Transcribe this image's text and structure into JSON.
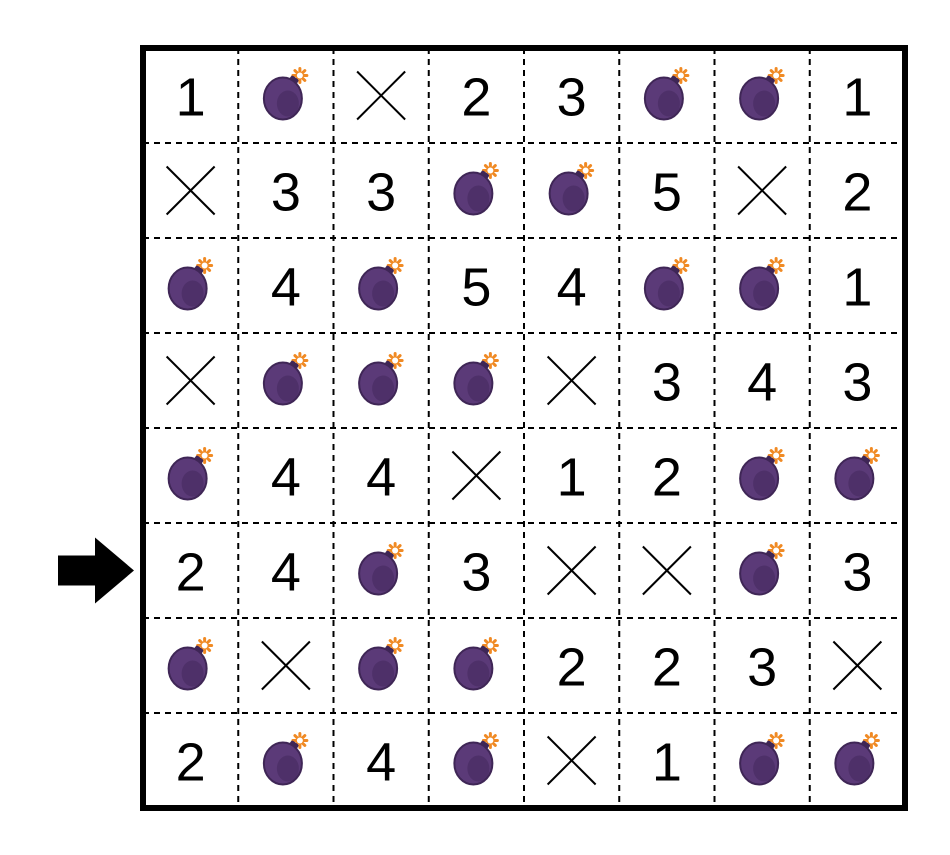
{
  "puzzle": {
    "rows": 8,
    "cols": 8,
    "cells": [
      [
        "1",
        "bomb",
        "x",
        "2",
        "3",
        "bomb",
        "bomb",
        "1"
      ],
      [
        "x",
        "3",
        "3",
        "bomb",
        "bomb",
        "5",
        "x",
        "2"
      ],
      [
        "bomb",
        "4",
        "bomb",
        "5",
        "4",
        "bomb",
        "bomb",
        "1"
      ],
      [
        "x",
        "bomb",
        "bomb",
        "bomb",
        "x",
        "3",
        "4",
        "3"
      ],
      [
        "bomb",
        "4",
        "4",
        "x",
        "1",
        "2",
        "bomb",
        "bomb"
      ],
      [
        "2",
        "4",
        "bomb",
        "3",
        "x",
        "x",
        "bomb",
        "3"
      ],
      [
        "bomb",
        "x",
        "bomb",
        "bomb",
        "2",
        "2",
        "3",
        "x"
      ],
      [
        "2",
        "bomb",
        "4",
        "bomb",
        "x",
        "1",
        "bomb",
        "bomb"
      ]
    ],
    "indicated_row": 6,
    "colors": {
      "bomb_body": "#5b3a78",
      "bomb_shade": "#3f2656",
      "bomb_spark": "#f08a24",
      "grid_line": "#000000",
      "text": "#000000"
    },
    "icons": {
      "bomb": "bomb-icon",
      "x": "cross-mark-icon",
      "pointer": "arrow-right-icon"
    }
  }
}
